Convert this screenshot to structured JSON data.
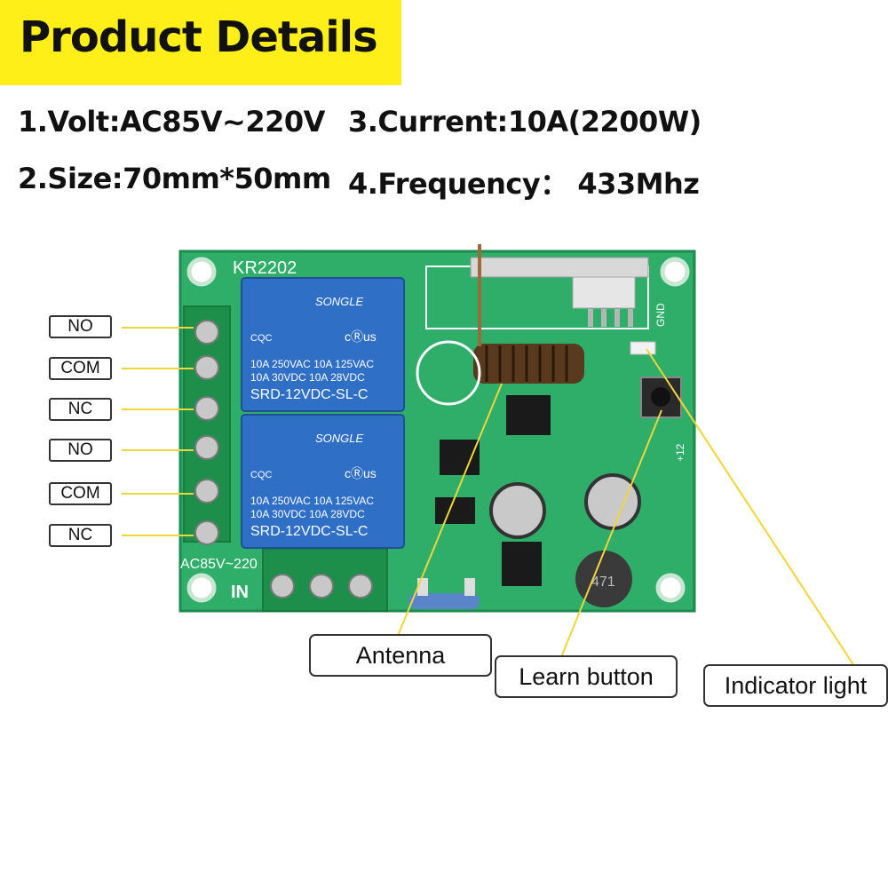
{
  "header": {
    "title": "Product Details"
  },
  "specs": {
    "volt": "1.Volt:AC85V~220V",
    "current": "3.Current:10A(2200W)",
    "size": "2.Size:70mm*50mm",
    "frequency": "4.Frequency： 433Mhz"
  },
  "board": {
    "model": "KR2202",
    "input_voltage": "AC85V~220",
    "input_label": "IN",
    "gnd_label": "GND",
    "vcc_label": "+12",
    "inductor_label": "471",
    "relays": [
      {
        "brand": "SONGLE",
        "rating_line1": "10A 250VAC  10A 125VAC",
        "rating_line2": "10A  30VDC  10A  28VDC",
        "model": "SRD-12VDC-SL-C",
        "cert": "CQC",
        "ul": "cⓇus"
      },
      {
        "brand": "SONGLE",
        "rating_line1": "10A 250VAC  10A 125VAC",
        "rating_line2": "10A  30VDC  10A  28VDC",
        "model": "SRD-12VDC-SL-C",
        "cert": "CQC",
        "ul": "cⓇus"
      }
    ]
  },
  "terminals": [
    "NO",
    "COM",
    "NC",
    "NO",
    "COM",
    "NC"
  ],
  "callouts": {
    "antenna": "Antenna",
    "learn_button": "Learn button",
    "indicator_light": "Indicator light"
  },
  "colors": {
    "banner": "#ffef19",
    "pcb": "#2fae6a",
    "relay": "#2f6fc6",
    "leader_line": "#f0d63a"
  }
}
